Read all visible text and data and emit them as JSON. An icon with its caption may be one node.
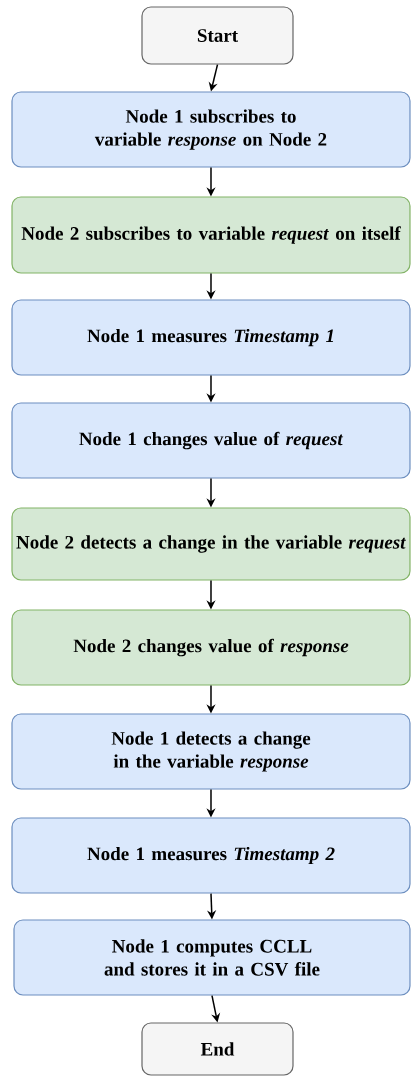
{
  "diagram": {
    "nodes": [
      {
        "text": [
          "Start"
        ]
      },
      {
        "text": [
          "Node 1 subscribes to variable *response* on Node 2"
        ]
      },
      {
        "text": [
          "Node 2 subscribes to variable *request* on itself"
        ]
      },
      {
        "text": [
          "Node 1 measures *Timestamp 1*"
        ]
      },
      {
        "text": [
          "Node 1 changes value of *request*"
        ]
      },
      {
        "text": [
          "Node 2 detects a change in the variable *request*"
        ]
      },
      {
        "text": [
          "Node 2 changes value of *response*"
        ]
      },
      {
        "text": [
          "Node 1 detects a change in the variable *response*"
        ]
      },
      {
        "text": [
          "Node 1 measures *Timestamp 2*"
        ]
      },
      {
        "text": [
          "Node 1 computes CCLL and stores it in a CSV file"
        ]
      },
      {
        "text": [
          "End"
        ]
      }
    ],
    "edges": [
      {
        "from": 0,
        "to": 1,
        "arrow": "to"
      },
      {
        "from": 1,
        "to": 2,
        "arrow": "to"
      },
      {
        "from": 2,
        "to": 3,
        "arrow": "to"
      },
      {
        "from": 3,
        "to": 4,
        "arrow": "to"
      },
      {
        "from": 4,
        "to": 5,
        "arrow": "to"
      },
      {
        "from": 5,
        "to": 6,
        "arrow": "to"
      },
      {
        "from": 6,
        "to": 7,
        "arrow": "to"
      },
      {
        "from": 7,
        "to": 8,
        "arrow": "to"
      },
      {
        "from": 8,
        "to": 9,
        "arrow": "to"
      },
      {
        "from": 9,
        "to": 10,
        "arrow": "to"
      }
    ]
  }
}
